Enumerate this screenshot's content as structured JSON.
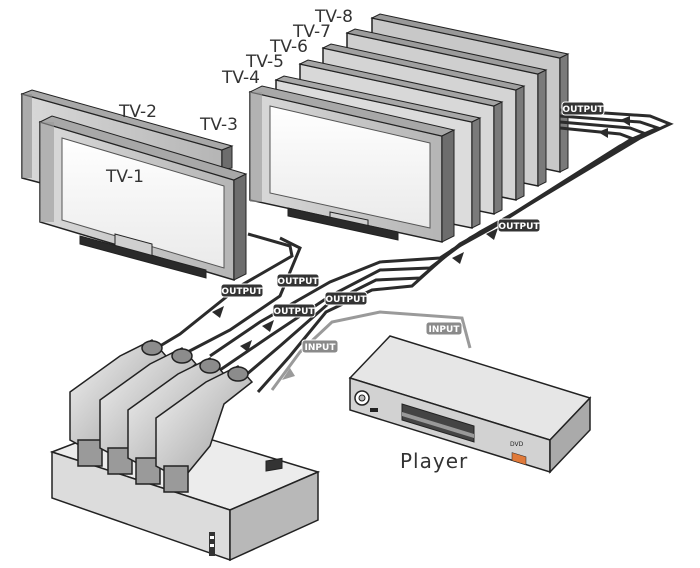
{
  "tv_labels": [
    "TV-1",
    "TV-2",
    "TV-3",
    "TV-4",
    "TV-5",
    "TV-6",
    "TV-7",
    "TV-8"
  ],
  "tags": {
    "output": "OUTPUT",
    "input": "INPUT"
  },
  "player_label": "Player",
  "dvd_badge": "DVD",
  "colors": {
    "cable_dark": "#2b2b2b",
    "cable_input": "#9a9a9a",
    "tag_dark": "#333333",
    "tag_input": "#8a8a8a",
    "dvd_badge": "#e07a3a"
  }
}
